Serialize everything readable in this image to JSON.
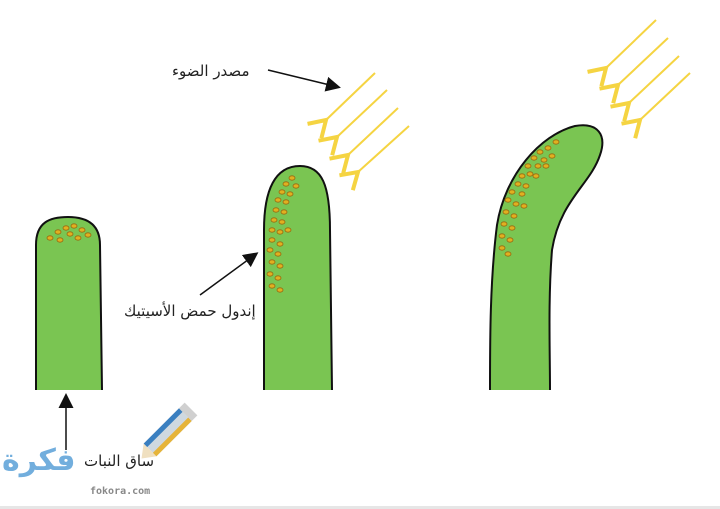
{
  "labels": {
    "light_source": "مصدر الضوء",
    "auxin": "إندول حمض الأسيتيك",
    "stem": "ساق النبات"
  },
  "watermark": {
    "logo_text": "فكرة",
    "site": "fokora.com"
  },
  "colors": {
    "stem_fill": "#7ac552",
    "stem_outline": "#111111",
    "auxin_dot": "#e0b020",
    "light_rays": "#f5d442",
    "watermark_blue": "#5aa0d8"
  }
}
